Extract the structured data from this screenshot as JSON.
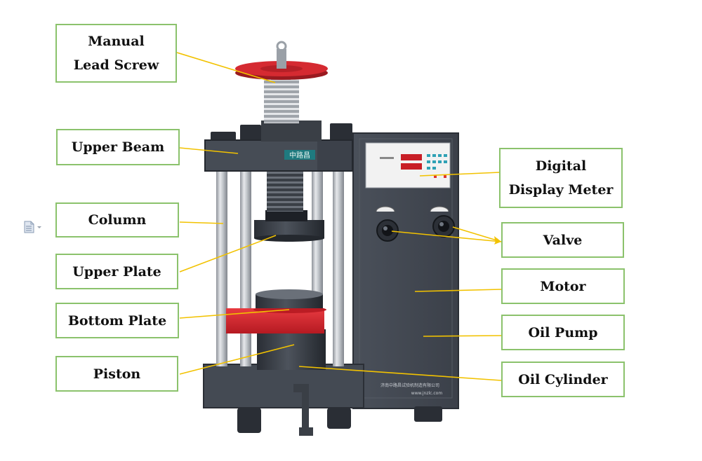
{
  "title": "",
  "colors": {
    "box_border": "#8bc26c",
    "leader_line": "#f2c200",
    "frame": "#404650",
    "accent_red": "#d7262e",
    "column_steel": "#b9bdc3"
  },
  "cabinet": {
    "brand_badge": "中路昌",
    "maker_line": "济南中路昌试验机制造有限公司",
    "website": "www.jnzlc.com"
  },
  "labels": {
    "manual_lead_screw": [
      "Manual",
      "Lead Screw"
    ],
    "upper_beam": "Upper Beam",
    "column": "Column",
    "upper_plate": "Upper Plate",
    "bottom_plate": "Bottom Plate",
    "piston": "Piston",
    "digital_display_meter": [
      "Digital",
      "Display Meter"
    ],
    "valve": "Valve",
    "motor": "Motor",
    "oil_pump": "Oil Pump",
    "oil_cylinder": "Oil Cylinder"
  },
  "icons": {
    "document": "document-icon"
  }
}
